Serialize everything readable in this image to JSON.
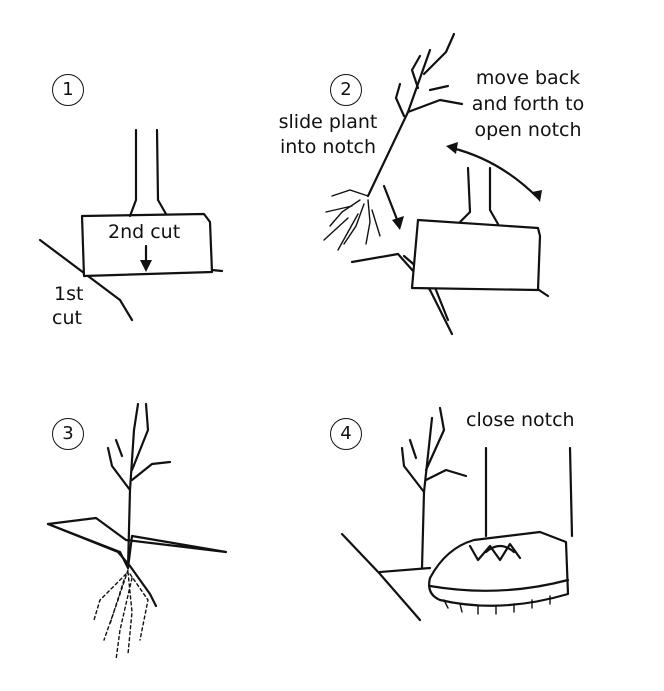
{
  "steps": [
    {
      "number": "1",
      "labels": {
        "cut2": "2nd cut",
        "cut1_line1": "1st",
        "cut1_line2": "cut"
      }
    },
    {
      "number": "2",
      "labels": {
        "slide_line1": "slide plant",
        "slide_line2": "into notch",
        "move_line1": "move back",
        "move_line2": "and forth to",
        "move_line3": "open notch"
      }
    },
    {
      "number": "3",
      "labels": {}
    },
    {
      "number": "4",
      "labels": {
        "close": "close notch"
      }
    }
  ]
}
